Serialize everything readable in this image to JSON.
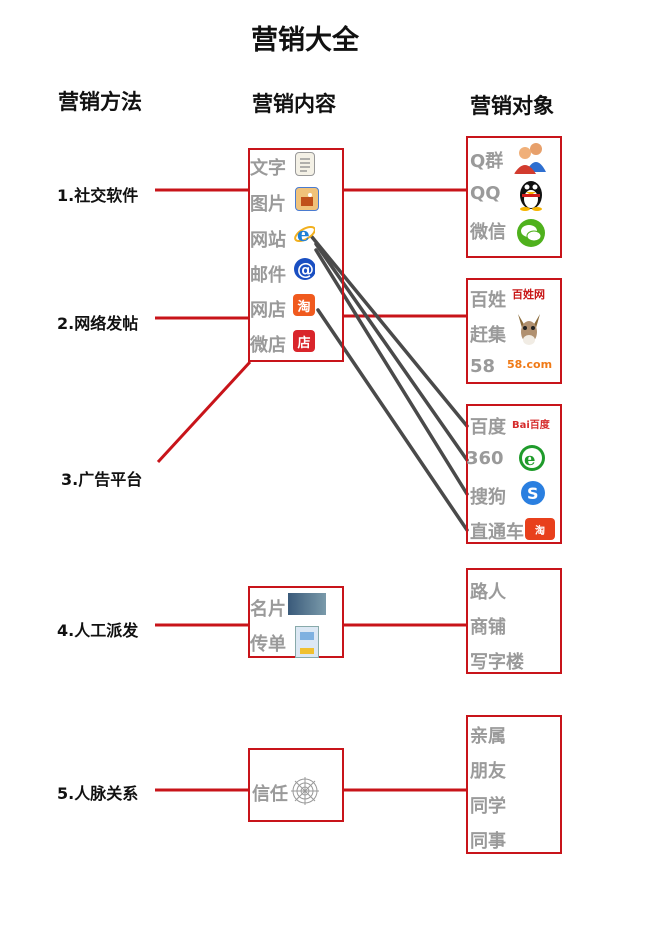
{
  "title": "营销大全",
  "headers": {
    "method": "营销方法",
    "content": "营销内容",
    "target": "营销对象"
  },
  "methods": [
    "1.社交软件",
    "2.网络发帖",
    "3.广告平台",
    "4.人工派发",
    "5.人脉关系"
  ],
  "content_group1": [
    {
      "label": "文字",
      "icon": "document-icon"
    },
    {
      "label": "图片",
      "icon": "image-icon"
    },
    {
      "label": "网站",
      "icon": "ie-browser-icon"
    },
    {
      "label": "邮件",
      "icon": "email-at-icon"
    },
    {
      "label": "网店",
      "icon": "taobao-icon"
    },
    {
      "label": "微店",
      "icon": "weidian-icon"
    }
  ],
  "content_group2": [
    {
      "label": "名片",
      "icon": "business-card-icon"
    },
    {
      "label": "传单",
      "icon": "flyer-icon"
    }
  ],
  "content_group3": [
    {
      "label": "信任",
      "icon": "spiderweb-icon"
    }
  ],
  "targets_social": [
    {
      "label": "Q群",
      "icon": "qq-group-icon"
    },
    {
      "label": "QQ",
      "icon": "qq-penguin-icon"
    },
    {
      "label": "微信",
      "icon": "wechat-icon"
    }
  ],
  "targets_forum": [
    {
      "label": "百姓",
      "icon": "baixing-logo-icon",
      "logo_text": "百姓网"
    },
    {
      "label": "赶集",
      "icon": "ganji-donkey-icon"
    },
    {
      "label": "58",
      "icon": "58-logo-icon",
      "logo_text": "58.com"
    }
  ],
  "targets_ad": [
    {
      "label": "百度",
      "icon": "baidu-logo-icon",
      "logo_text": "Bai百度"
    },
    {
      "label": "360",
      "icon": "360-browser-icon"
    },
    {
      "label": "搜狗",
      "icon": "sogou-icon"
    },
    {
      "label": "直通车",
      "icon": "taobao-ztc-icon"
    }
  ],
  "targets_people": [
    "路人",
    "商铺",
    "写字楼"
  ],
  "targets_relations": [
    "亲属",
    "朋友",
    "同学",
    "同事"
  ],
  "colors": {
    "red": "#c8141a",
    "gray_text": "#9a9a9a",
    "dark_line": "#444444"
  }
}
